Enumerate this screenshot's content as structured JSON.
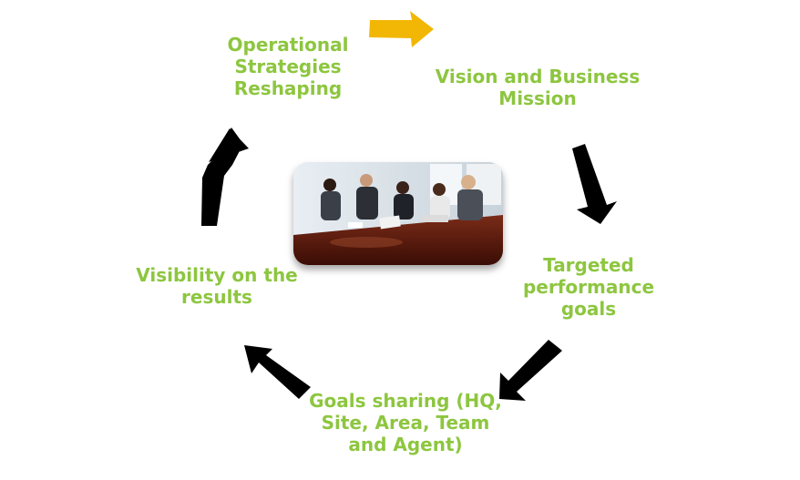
{
  "stages": [
    {
      "id": "operational",
      "lines": [
        "Operational",
        "Strategies",
        "Reshaping"
      ]
    },
    {
      "id": "vision",
      "lines": [
        "Vision and Business",
        "Mission"
      ]
    },
    {
      "id": "targeted",
      "lines": [
        "Targeted",
        "performance",
        "goals"
      ]
    },
    {
      "id": "goals-sharing",
      "lines": [
        "Goals sharing (HQ,",
        "Site, Area, Team",
        "and Agent)"
      ]
    },
    {
      "id": "visibility",
      "lines": [
        "Visibility on the",
        "results"
      ]
    }
  ],
  "colors": {
    "label_text": "#8dc63f",
    "arrow_dark": "#000000",
    "arrow_highlight": "#f2b705"
  },
  "center_image": {
    "icon": "meeting-photo"
  }
}
